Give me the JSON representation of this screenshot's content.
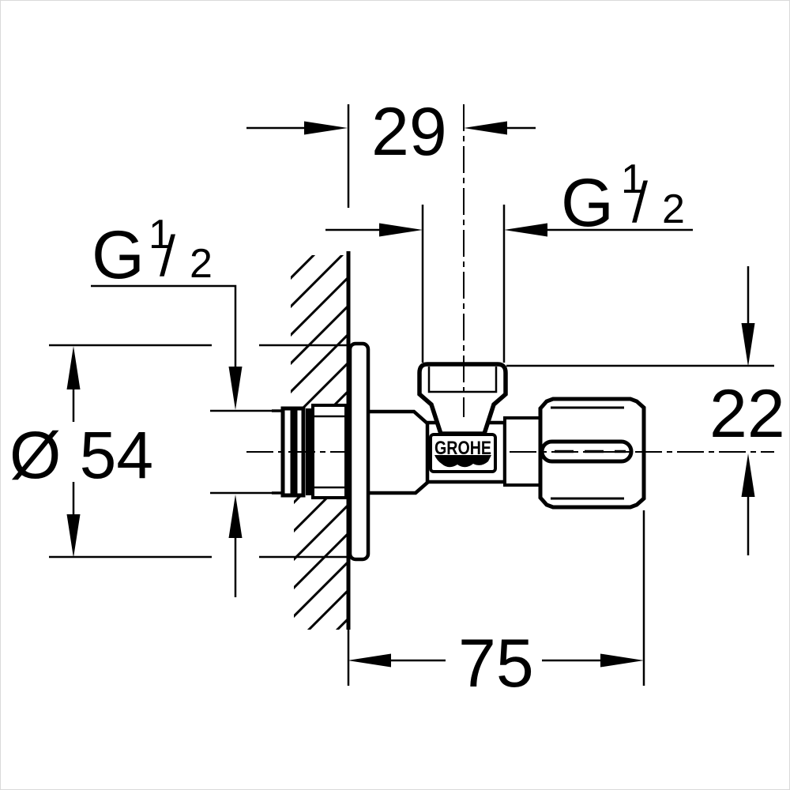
{
  "meta": {
    "background_color": "#ffffff",
    "line_color": "#000000",
    "frame_color": "#d9d9d9",
    "drawing_type": "technical-dimension-drawing",
    "product_brand": "GROHE"
  },
  "labels": {
    "dim_top_offset": "29",
    "thread_top": {
      "text": "G 1/2",
      "prefix": "G",
      "numerator": "1",
      "slash": "/",
      "denominator": "2"
    },
    "thread_wall": {
      "text": "G 1/2",
      "prefix": "G",
      "numerator": "1",
      "slash": "/",
      "denominator": "2"
    },
    "rosette_diameter": "Ø 54",
    "dim_outlet_offset": "22",
    "dim_depth": "75",
    "logo_text": "GROHE"
  }
}
